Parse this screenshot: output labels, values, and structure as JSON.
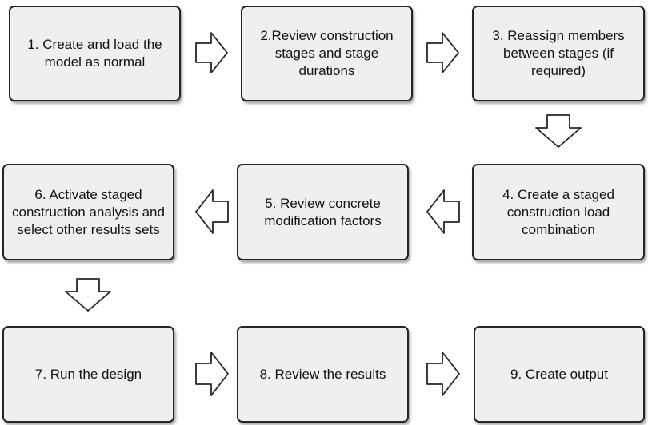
{
  "steps": [
    {
      "label": "1. Create and load the model as normal"
    },
    {
      "label": "2.Review construction stages and stage durations"
    },
    {
      "label": "3. Reassign members between stages (if required)"
    },
    {
      "label": "4. Create a staged construction load combination"
    },
    {
      "label": "5. Review concrete modification factors"
    },
    {
      "label": "6. Activate staged construction analysis and select other results sets"
    },
    {
      "label": "7. Run the design"
    },
    {
      "label": "8. Review the results"
    },
    {
      "label": "9. Create output"
    }
  ],
  "colors": {
    "box_fill": "#efefef",
    "box_border": "#262626",
    "arrow_fill": "#ffffff",
    "arrow_stroke": "#262626"
  }
}
